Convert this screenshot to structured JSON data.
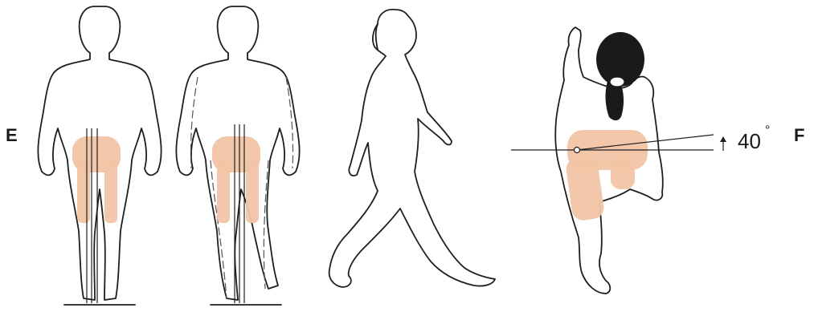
{
  "labels": {
    "panel_e": "E",
    "panel_f": "F"
  },
  "angle": {
    "value": "40",
    "unit_symbol": "°",
    "arrow": "↑"
  },
  "colors": {
    "outline": "#1e1e1e",
    "bone": "#f2c4a5",
    "hair": "#1a1a1a"
  }
}
